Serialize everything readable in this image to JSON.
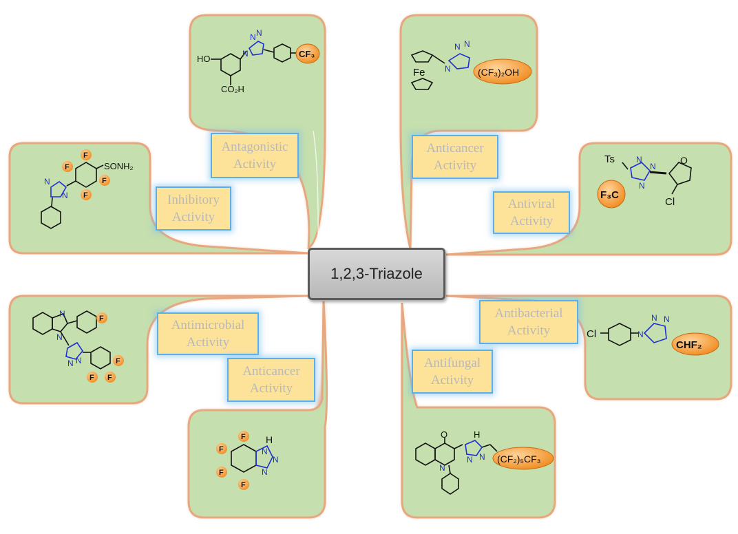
{
  "center": {
    "label": "1,2,3-Triazole"
  },
  "activities": [
    {
      "line1": "Antagonistic",
      "line2": "Activity"
    },
    {
      "line1": "Inhibitory",
      "line2": "Activity"
    },
    {
      "line1": "Anticancer",
      "line2": "Activity"
    },
    {
      "line1": "Antiviral",
      "line2": "Activity"
    },
    {
      "line1": "Antimicrobial",
      "line2": "Activity"
    },
    {
      "line1": "Anticancer",
      "line2": "Activity"
    },
    {
      "line1": "Antibacterial",
      "line2": "Activity"
    },
    {
      "line1": "Antifungal",
      "line2": "Activity"
    }
  ],
  "structures": {
    "antagonistic": {
      "ho": "HO",
      "co2h": "CO₂H",
      "cf3": "CF₃"
    },
    "inhibitory": {
      "sonh2": "SONH₂",
      "f": "F"
    },
    "ferrocene": {
      "fe": "Fe",
      "tag": "(CF₃)₂OH"
    },
    "antiviral": {
      "ts": "Ts",
      "f3c": "F₃C",
      "cl": "Cl"
    },
    "antimicrobial": {
      "f": "F"
    },
    "tetrafluoro": {
      "h": "H",
      "f": "F"
    },
    "antibacterial": {
      "cl": "Cl",
      "chf2": "CHF₂"
    },
    "quinazolinone": {
      "o": "O",
      "h": "H",
      "tag": "(CF₂)₅CF₃"
    },
    "triazole_n": "N"
  },
  "colors": {
    "panel": "#c5dfae",
    "panel_border": "#e3a47a",
    "label_fill": "#fde39a",
    "label_border": "#5ab0e6",
    "accent": "#f59a35",
    "nitrogen": "#1d2fd8"
  }
}
